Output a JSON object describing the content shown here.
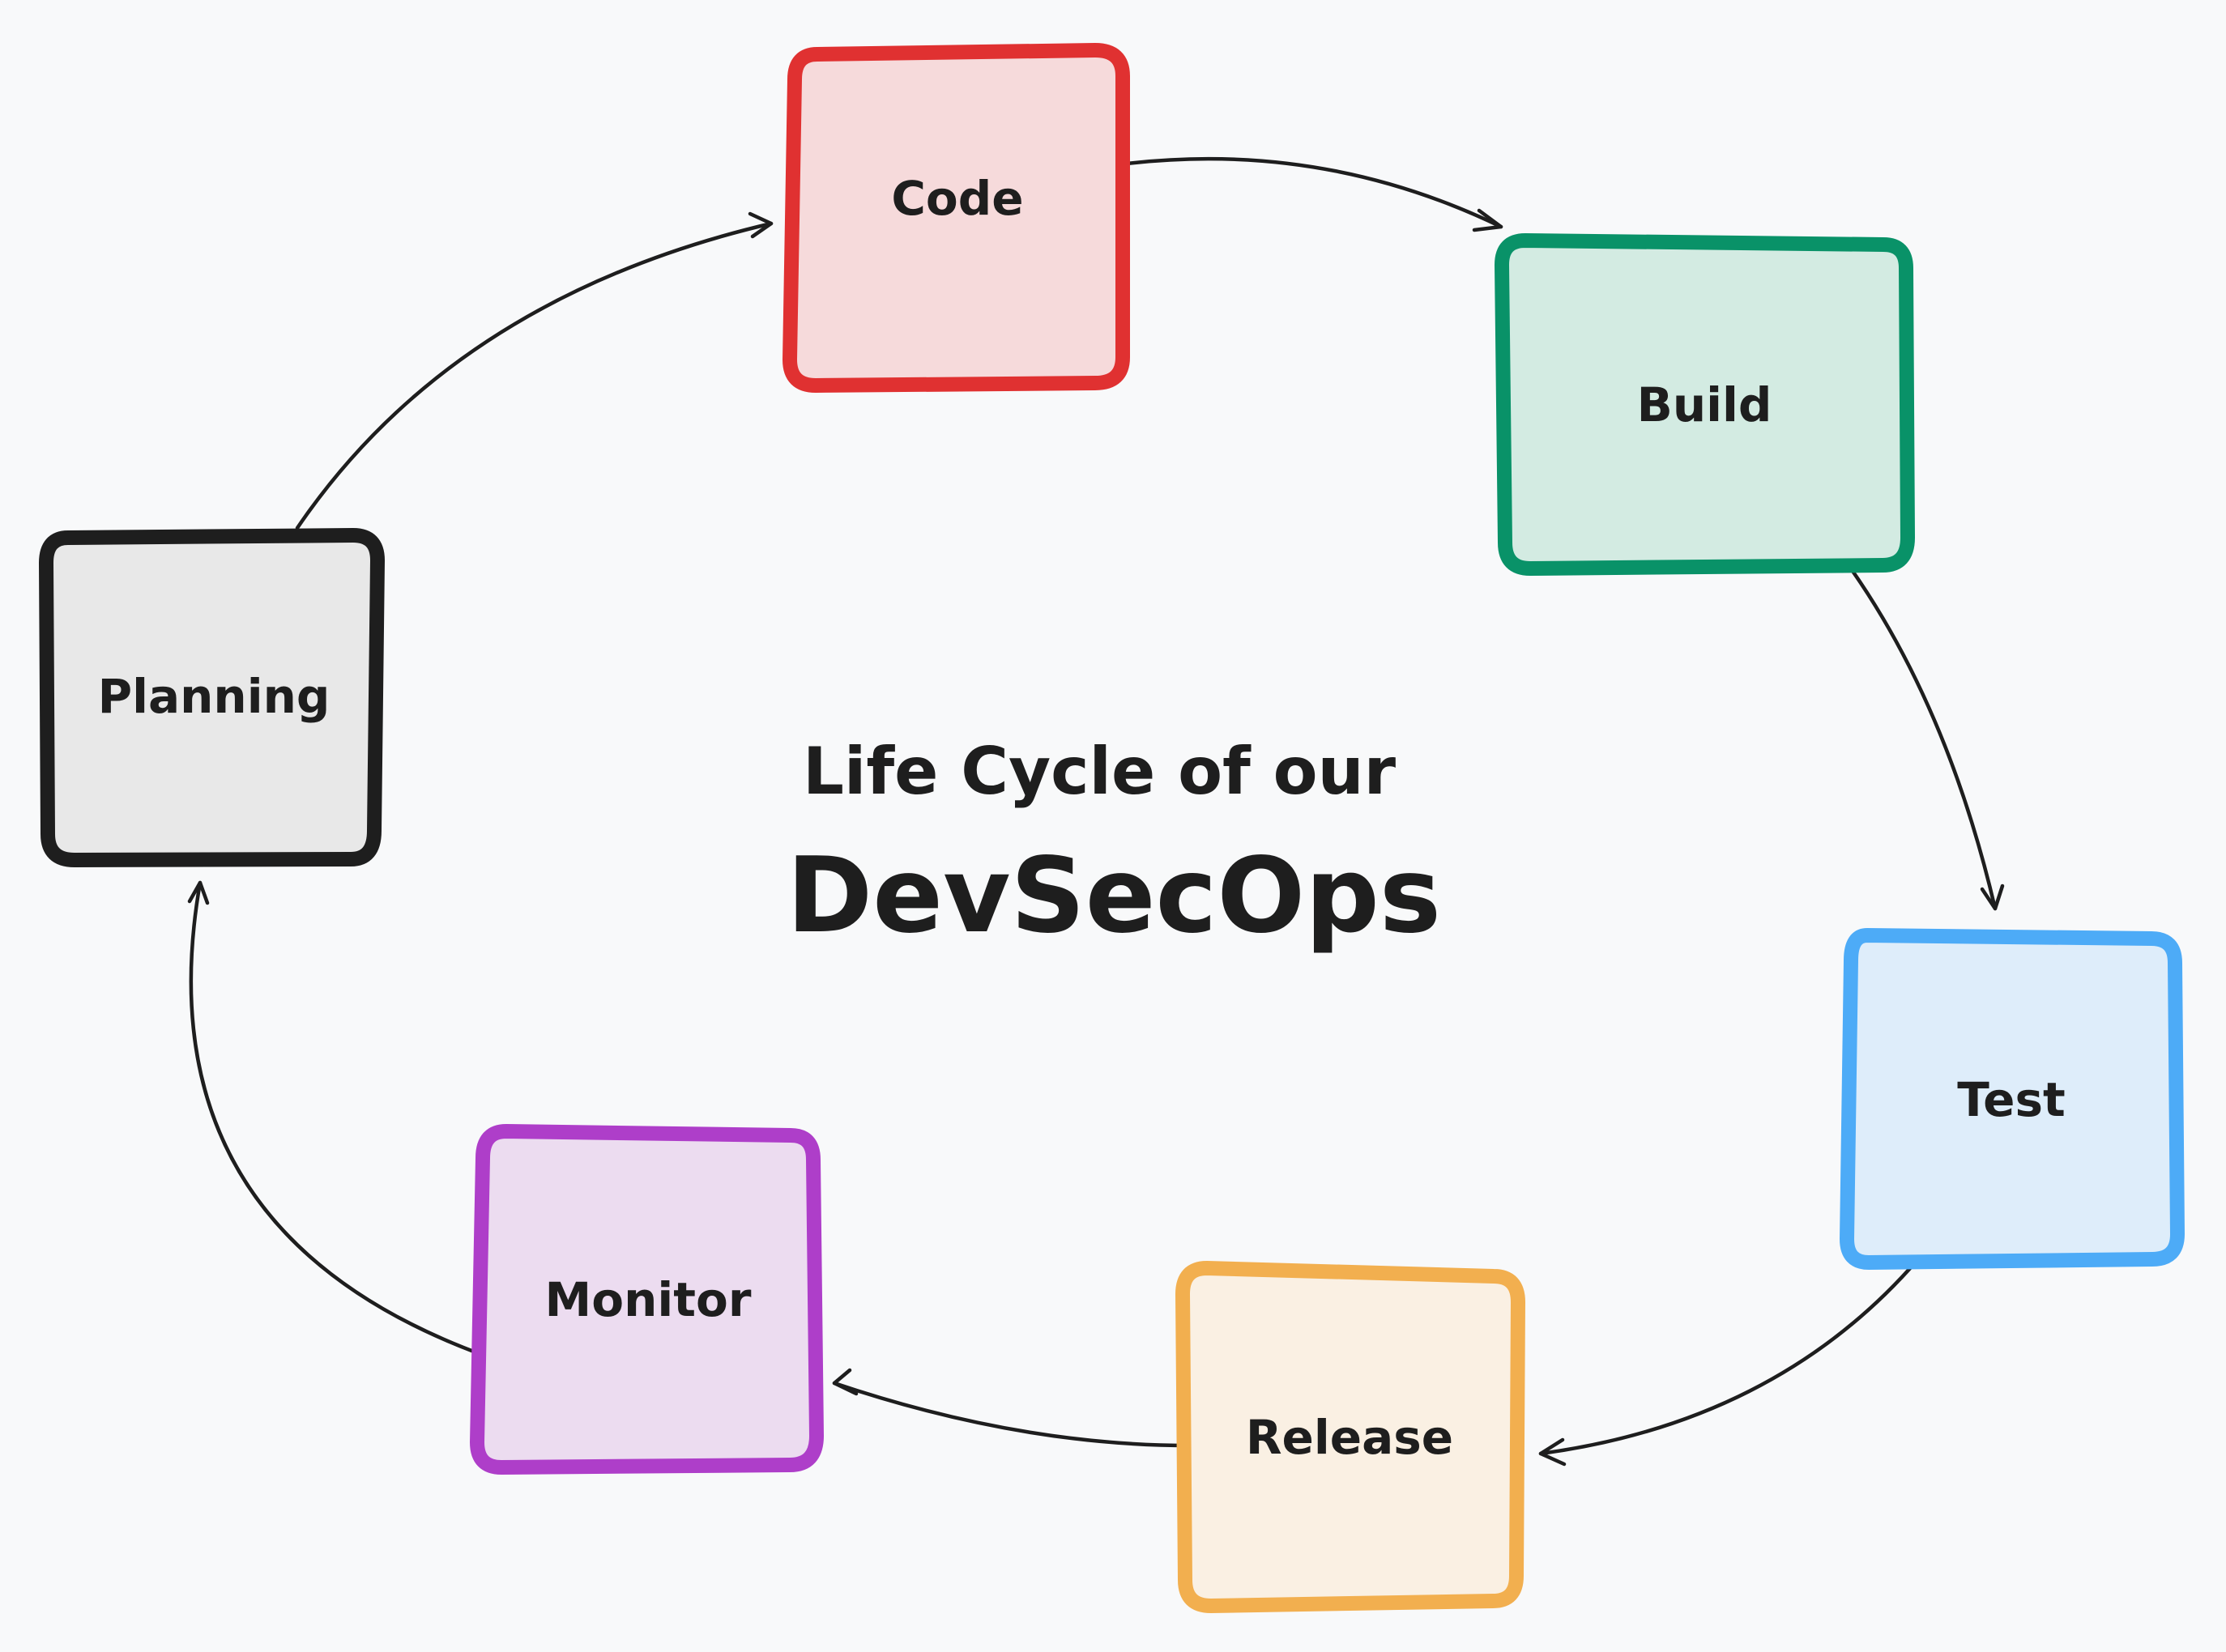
{
  "title": {
    "line1": "Life Cycle of our",
    "line2": "DevSecOps"
  },
  "nodes": {
    "code": {
      "label": "Code",
      "stroke": "#e03131",
      "fill": "#f6dadb"
    },
    "build": {
      "label": "Build",
      "stroke": "#099268",
      "fill": "#d3ebe2"
    },
    "test": {
      "label": "Test",
      "stroke": "#4dabf7",
      "fill": "#deedfa"
    },
    "release": {
      "label": "Release",
      "stroke": "#f2af4f",
      "fill": "#faf0e3"
    },
    "monitor": {
      "label": "Monitor",
      "stroke": "#ae3ec9",
      "fill": "#ecdcf0"
    },
    "planning": {
      "label": "Planning",
      "stroke": "#1e1e1e",
      "fill": "#e8e8e8"
    }
  },
  "edges": [
    {
      "from": "Code",
      "to": "Build"
    },
    {
      "from": "Build",
      "to": "Test"
    },
    {
      "from": "Test",
      "to": "Release"
    },
    {
      "from": "Release",
      "to": "Monitor"
    },
    {
      "from": "Monitor",
      "to": "Planning"
    },
    {
      "from": "Planning",
      "to": "Code"
    }
  ]
}
